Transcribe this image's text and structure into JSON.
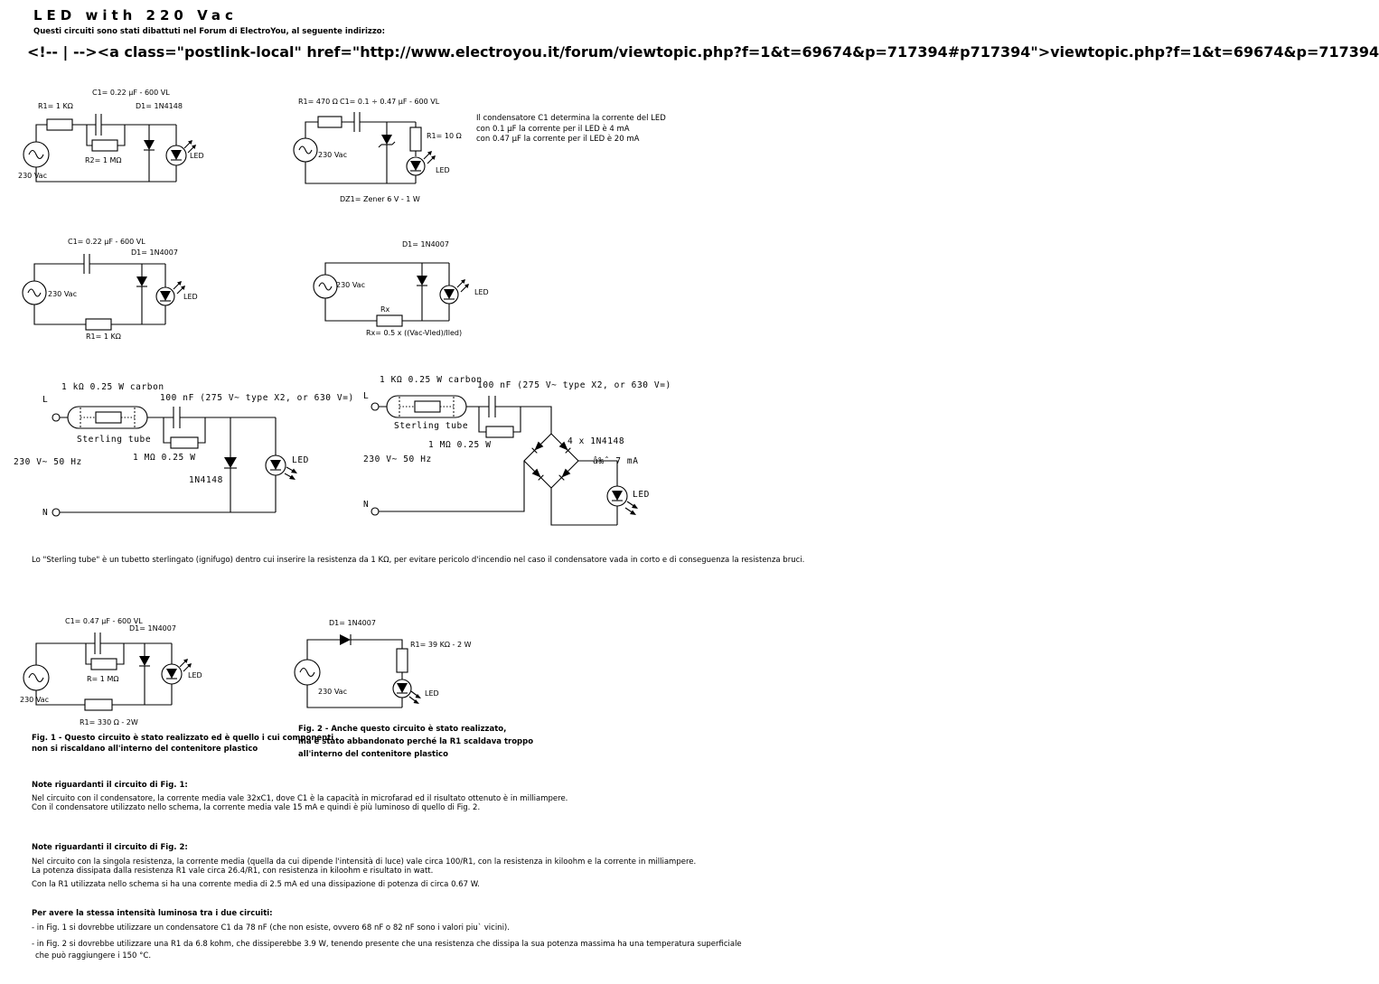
{
  "header": {
    "title": "LED with 220 Vac",
    "intro": "Questi circuiti sono stati dibattuti nel Forum di ElectroYou, al seguente indirizzo:",
    "raw_link": "<!-- | --><a class=\"postlink-local\" href=\"http://www.electroyou.it/forum/viewtopic.php?f=1&t=69674&p=717394#p717394\">viewtopic.php?f=1&t=69674&p=717394"
  },
  "c1": {
    "r1": "R1= 1 KΩ",
    "c1": "C1= 0.22 µF - 600 VL",
    "d1": "D1= 1N4148",
    "r2": "R2= 1 MΩ",
    "src": "230 Vac",
    "led": "LED"
  },
  "c2": {
    "r1": "R1= 470 Ω",
    "c1": "C1= 0.1 ÷ 0.47 µF - 600 VL",
    "r2": "R1= 10 Ω",
    "dz": "DZ1= Zener 6 V - 1 W",
    "src": "230 Vac",
    "led": "LED",
    "note": [
      "Il condensatore C1 determina la corrente del LED",
      "con 0.1 µF la corrente per il LED è 4 mA",
      "con 0.47 µF la corrente per il LED è 20 mA"
    ]
  },
  "c3": {
    "c1": "C1= 0.22 µF - 600 VL",
    "d1": "D1= 1N4007",
    "r1": "R1= 1 KΩ",
    "src": "230 Vac",
    "led": "LED"
  },
  "c4": {
    "d1": "D1= 1N4007",
    "rx": "Rx",
    "formula": "Rx= 0.5 x ((Vac-Vled)/Iled)",
    "src": "230 Vac",
    "led": "LED"
  },
  "b1": {
    "r": "1 kΩ  0.25 W carbon",
    "l": "L",
    "tube": "Sterling tube",
    "cap": "100 nF (275 V~ type X2, or 630 V=)",
    "rm": "1 MΩ  0.25 W",
    "mains": "230 V~ 50 Hz",
    "d": "1N4148",
    "led": "LED",
    "n": "N"
  },
  "b2": {
    "r": "1 KΩ  0.25 W carbon",
    "l": "L",
    "tube": "Sterling tube",
    "cap": "100 nF (275 V~ type X2, or 630 V=)",
    "rm": "1 MΩ  0.25 W",
    "bridge": "4 x 1N4148",
    "mains": "230 V~ 50 Hz",
    "cur": "â‰ˆ 7 mA",
    "led": "LED",
    "n": "N"
  },
  "sterling_note": "Lo \"Sterling tube\" è un tubetto sterlingato (ignifugo) dentro cui inserire la resistenza da 1 KΩ, per evitare pericolo d'incendio nel caso il condensatore vada in corto e di conseguenza la resistenza bruci.",
  "fig1": {
    "c1": "C1= 0.47 µF - 600 VL",
    "d1": "D1= 1N4007",
    "r": "R= 1 MΩ",
    "r1": "R1= 330 Ω - 2W",
    "src": "230 Vac",
    "led": "LED",
    "cap": [
      "Fig. 1 - Questo circuito è stato realizzato ed è quello i cui componenti",
      "non si riscaldano all'interno del contenitore plastico"
    ]
  },
  "fig2": {
    "d1": "D1= 1N4007",
    "r1": "R1= 39 KΩ - 2 W",
    "src": "230 Vac",
    "led": "LED",
    "cap": [
      "Fig. 2 - Anche questo circuito è stato realizzato,",
      "ma è stato abbandonato perché la R1 scaldava troppo",
      "all'interno del contenitore plastico"
    ]
  },
  "n1": {
    "h": "Note riguardanti il circuito di Fig. 1:",
    "l": [
      "Nel circuito con il condensatore, la corrente media vale 32xC1, dove C1 è la capacità in microfarad ed il risultato ottenuto è in milliampere.",
      "Con il condensatore utilizzato nello schema, la corrente media vale 15 mA e quindi è più luminoso di quello di Fig. 2."
    ]
  },
  "n2": {
    "h": "Note riguardanti il circuito di Fig. 2:",
    "l": [
      "Nel circuito con la singola resistenza,  la corrente media (quella da cui dipende l'intensità di luce) vale circa 100/R1, con la resistenza in kiloohm e la corrente in milliampere.",
      "La potenza dissipata dalla resistenza R1 vale circa 26.4/R1, con resistenza in kiloohm e risultato in watt.",
      "Con la R1 utilizzata nello schema si ha una corrente media di 2.5 mA ed una dissipazione di potenza di circa 0.67 W."
    ]
  },
  "n3": {
    "h": "Per avere la stessa intensità luminosa tra i due circuiti:",
    "l": [
      "- in Fig. 1 si dovrebbe utilizzare un condensatore C1 da 78 nF (che non esiste, ovvero 68 nF o 82 nF sono i valori piu` vicini).",
      "- in Fig. 2 si dovrebbe utilizzare una R1 da 6.8 kohm, che dissiperebbe 3.9 W, tenendo presente che una resistenza che dissipa la sua potenza massima ha una temperatura superficiale",
      "che può raggiungere i 150 °C."
    ]
  }
}
